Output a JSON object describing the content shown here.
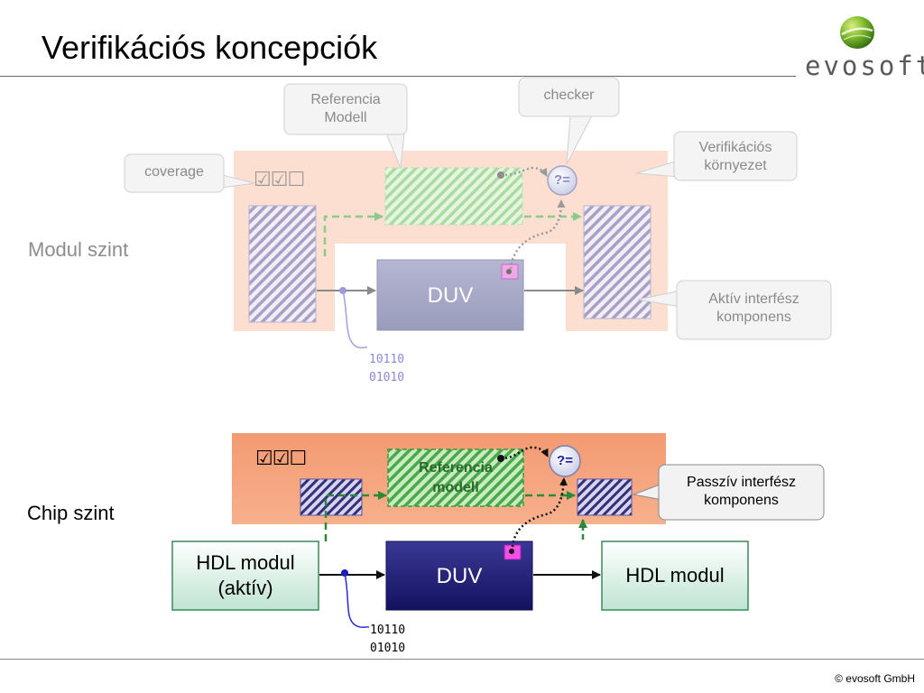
{
  "slide": {
    "title": "Verifikációs koncepciók",
    "logo_text": "evosoft",
    "copyright": "© evosoft GmbH"
  },
  "modul": {
    "label": "Modul szint",
    "callouts": {
      "referencia": "Referencia\nModell",
      "checker": "checker",
      "verifikacios": "Verifikációs\nkörnyezet",
      "coverage": "coverage",
      "aktiv": "Aktív interfész\nkomponens"
    },
    "duv": "DUV",
    "compare": "?=",
    "bits": "10110\n01010",
    "coverage_checks": "☑☑☐"
  },
  "chip": {
    "label": "Chip szint",
    "reference": "Referencia\nmodell",
    "compare": "?=",
    "passziv": "Passzív interfész\nkomponens",
    "hdl_active": "HDL modul\n(aktív)",
    "hdl_out": "HDL modul",
    "duv": "DUV",
    "bits": "10110\n01010",
    "coverage_checks": "☑☑☐"
  },
  "colors": {
    "modul_env": "#fcdfd0",
    "chip_env": "#f6a07a",
    "modul_duv": "#aaacc8",
    "chip_duv": "#2c2a82",
    "green_dash": "#2a8a3a",
    "hdl_fill": "#d3ede0"
  }
}
